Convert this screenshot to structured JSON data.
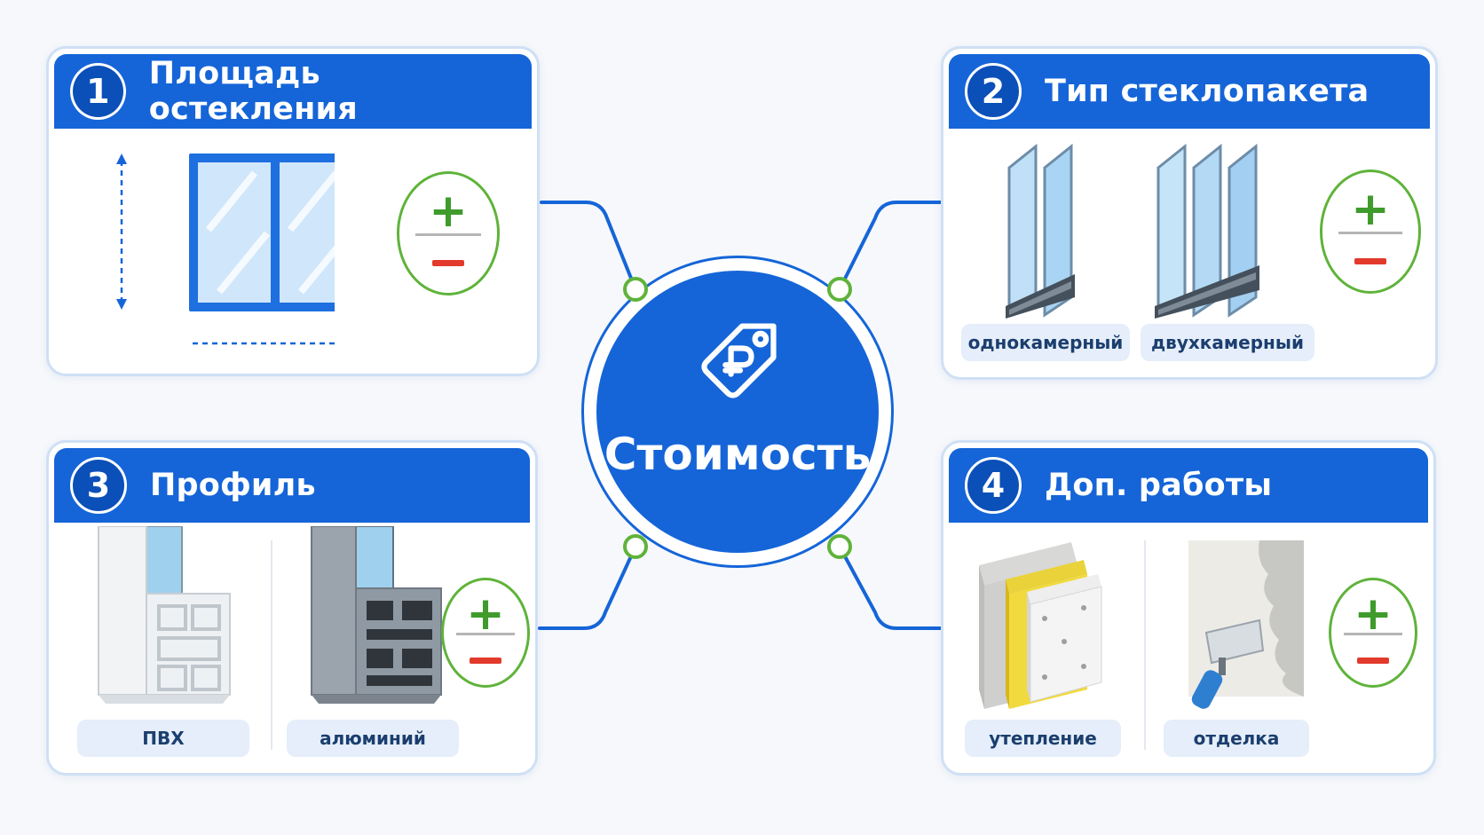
{
  "center": {
    "label": "Стоимость",
    "icon": "ruble-price-tag-icon"
  },
  "cards": [
    {
      "number": "1",
      "title": "Площадь остекления",
      "items": [],
      "icons": [
        "window-dimensions-icon",
        "plus-minus-icon"
      ]
    },
    {
      "number": "2",
      "title": "Тип стеклопакета",
      "items": [
        "однокамерный",
        "двухкамерный"
      ],
      "icons": [
        "single-chamber-glass-icon",
        "double-chamber-glass-icon",
        "plus-minus-icon"
      ]
    },
    {
      "number": "3",
      "title": "Профиль",
      "items": [
        "ПВХ",
        "алюминий"
      ],
      "icons": [
        "pvc-profile-icon",
        "aluminum-profile-icon",
        "plus-minus-icon"
      ]
    },
    {
      "number": "4",
      "title": "Доп. работы",
      "items": [
        "утепление",
        "отделка"
      ],
      "icons": [
        "insulation-layers-icon",
        "plastering-trowel-icon",
        "plus-minus-icon"
      ]
    }
  ],
  "colors": {
    "primary_blue": "#1565d8",
    "dark_blue": "#0b4fb8",
    "connector_green": "#5fb33a",
    "plus_green": "#3f9b2c",
    "minus_red": "#e23a2c",
    "pill_bg": "#e5eefa"
  }
}
